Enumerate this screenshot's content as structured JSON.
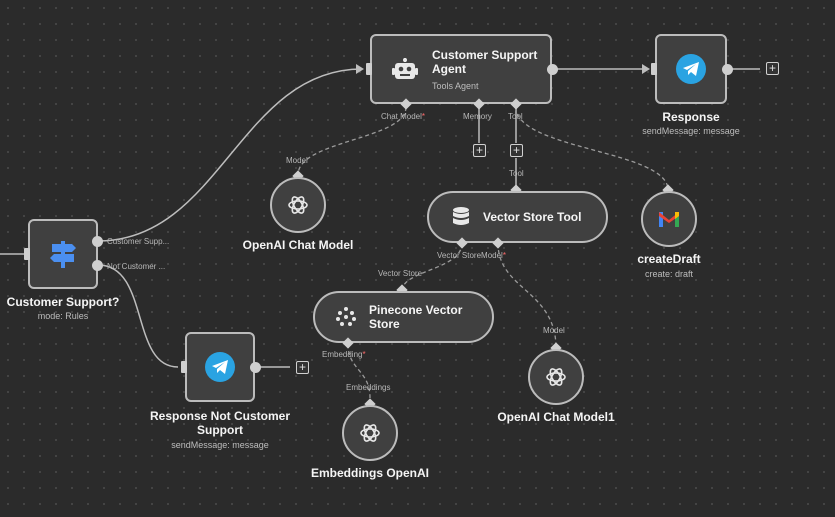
{
  "nodes": {
    "agent": {
      "title_line1": "Customer Support",
      "title_line2": "Agent",
      "subtitle": "Tools Agent",
      "ports": {
        "chat_model": "Chat Model",
        "memory": "Memory",
        "tool": "Tool"
      }
    },
    "response": {
      "title": "Response",
      "subtitle": "sendMessage: message"
    },
    "router": {
      "title": "Customer Support?",
      "subtitle": "mode: Rules",
      "outputs": {
        "first": "Customer Supp...",
        "second": "Not Customer ..."
      }
    },
    "response_not": {
      "title_line1": "Response Not Customer",
      "title_line2": "Support",
      "subtitle": "sendMessage: message"
    },
    "openai_chat": {
      "title": "OpenAI Chat Model",
      "port_label": "Model"
    },
    "vector_tool": {
      "title": "Vector Store Tool",
      "port_label": "Tool",
      "ports": {
        "vector_store": "Vector Store",
        "model": "Model"
      }
    },
    "create_draft": {
      "title": "createDraft",
      "subtitle": "create: draft"
    },
    "pinecone": {
      "title_line1": "Pinecone Vector",
      "title_line2": "Store",
      "port_label": "Vector Store",
      "ports": {
        "embedding": "Embedding"
      }
    },
    "openai_chat_1": {
      "title": "OpenAI Chat Model1",
      "port_label": "Model"
    },
    "embeddings": {
      "title": "Embeddings OpenAI",
      "port_label": "Embeddings"
    }
  },
  "icons": {
    "robot": "robot-icon",
    "telegram": "telegram-icon",
    "router": "signpost-icon",
    "openai": "openai-icon",
    "database": "database-icon",
    "gmail": "gmail-icon",
    "pinecone": "pinecone-icon"
  },
  "colors": {
    "telegram": "#2aa3e2",
    "router": "#4b8ff0",
    "required": "#ff6b6b"
  }
}
